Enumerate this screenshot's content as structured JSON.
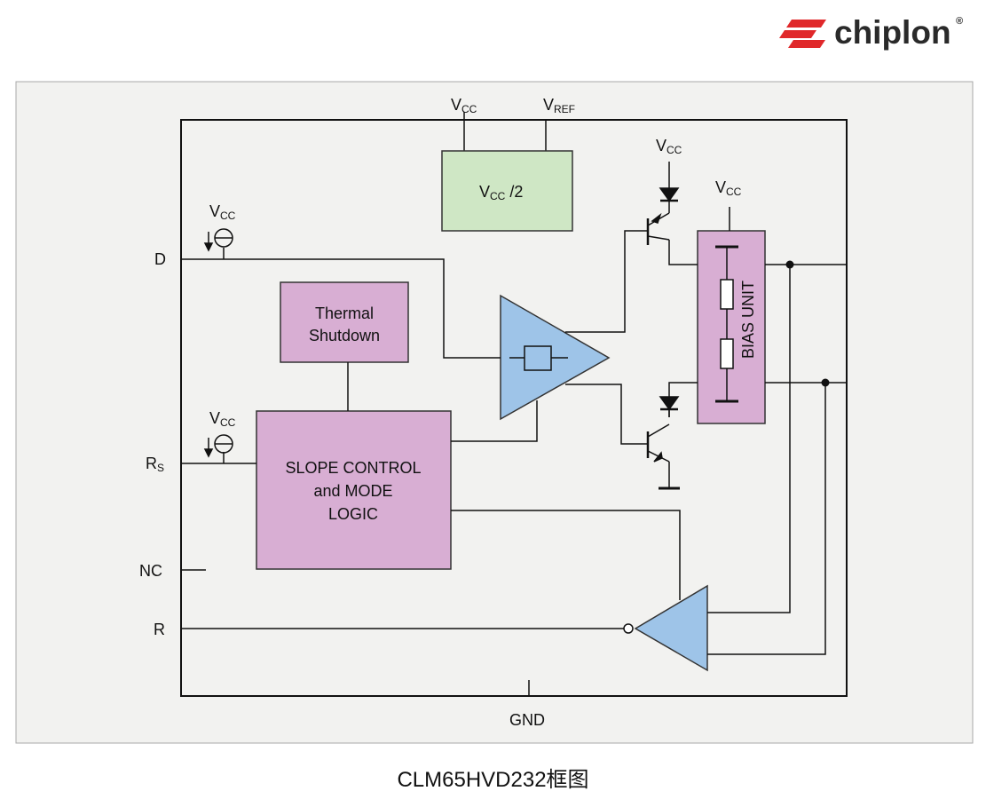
{
  "logo": {
    "text": "chiplon",
    "mark": "®"
  },
  "labels": {
    "vcc_v": "V",
    "vcc_sub": "CC",
    "vref_v": "V",
    "vref_sub": "REF",
    "half_v": "V",
    "half_sub": "CC",
    "half_tail": "/2",
    "thermal_line1": "Thermal",
    "thermal_line2": "Shutdown",
    "slope_line1": "SLOPE CONTROL",
    "slope_line2": "and MODE",
    "slope_line3": "LOGIC",
    "bias": "BIAS UNIT",
    "pin_d": "D",
    "pin_rs_main": "R",
    "pin_rs_sub": "S",
    "pin_nc": "NC",
    "pin_r": "R",
    "gnd": "GND"
  },
  "caption": "CLM65HVD232框图",
  "colors": {
    "pink_block": "#d8aed3",
    "green_block": "#cfe7c5",
    "blue_amp": "#9ec4e8",
    "background_panel": "#f2f2f0",
    "logo_red": "#e0282a"
  }
}
